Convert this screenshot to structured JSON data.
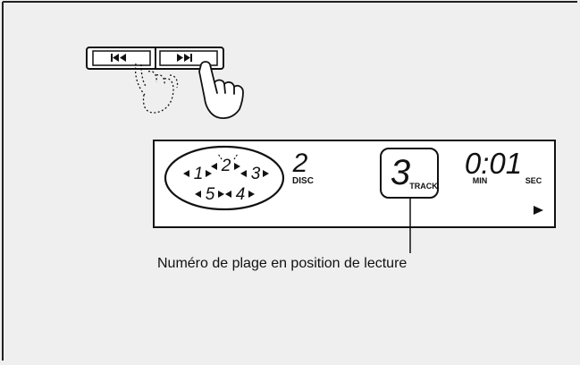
{
  "diagram": {
    "buttons": [
      {
        "name": "skip-back-button",
        "icon": "skip-back-icon"
      },
      {
        "name": "skip-forward-button",
        "icon": "skip-forward-icon"
      }
    ],
    "display": {
      "disc_slots": [
        "1",
        "2",
        "3",
        "4",
        "5"
      ],
      "disc_number": "2",
      "disc_label": "DISC",
      "track_number": "3",
      "track_label": "TRACK",
      "time": "0:01",
      "min_label": "MIN",
      "sec_label": "SEC",
      "play_icon": "play-icon"
    },
    "caption": "Numéro de plage en position de lecture"
  }
}
